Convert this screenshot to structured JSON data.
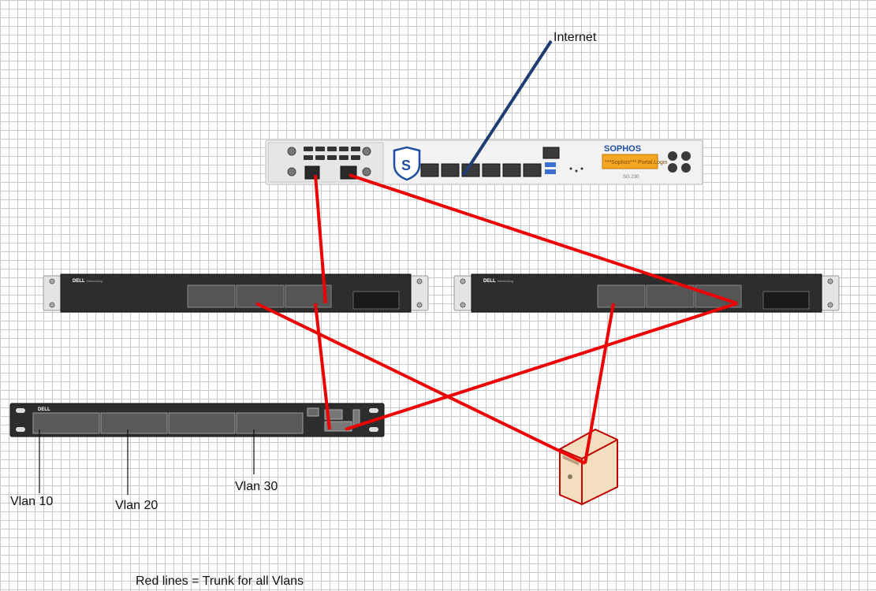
{
  "labels": {
    "internet": "Internet",
    "vlan10": "Vlan 10",
    "vlan20": "Vlan 20",
    "vlan30": "Vlan 30",
    "legend": "Red lines = Trunk for all Vlans"
  },
  "firewall": {
    "brand": "SOPHOS",
    "display": "***Sophos*** Portal.Login",
    "model": "SG 230",
    "icon": "sophos-shield-icon"
  },
  "switches": {
    "brand": "DELL",
    "brand_sub": "Networking"
  },
  "colors": {
    "trunk": "#ee0000",
    "internet_link": "#1f3d73",
    "sophos_blue": "#1e4fa3",
    "display_orange": "#f5a623",
    "switch_body": "#2d2d2d"
  }
}
